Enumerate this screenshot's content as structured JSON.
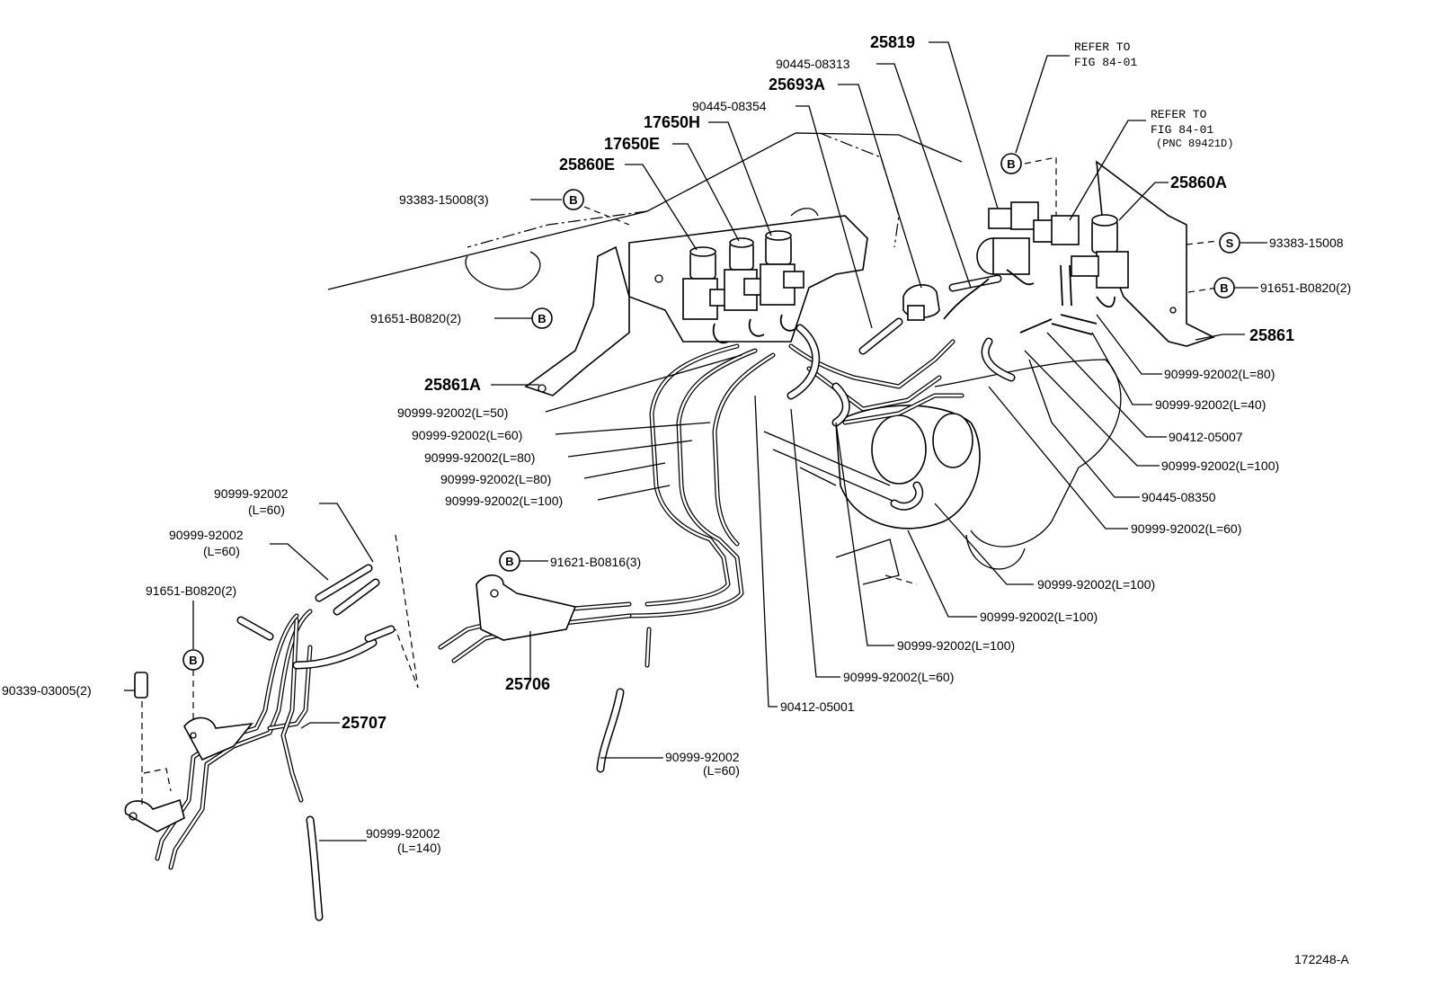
{
  "labels": {
    "p25819": "25819",
    "p90445_08313": "90445-08313",
    "p25693a": "25693A",
    "p90445_08354": "90445-08354",
    "p17650h": "17650H",
    "p17650e": "17650E",
    "p25860e": "25860E",
    "p93383_15008_3": "93383-15008(3)",
    "p91651_b0820_2_a": "91651-B0820(2)",
    "p25861a": "25861A",
    "h_l50": "90999-92002(L=50)",
    "h_l60_a": "90999-92002(L=60)",
    "h_l80_a": "90999-92002(L=80)",
    "h_l80_b": "90999-92002(L=80)",
    "h_l100_a": "90999-92002(L=100)",
    "left_h1_pn": "90999-92002",
    "left_h1_len": "(L=60)",
    "left_h2_pn": "90999-92002",
    "left_h2_len": "(L=60)",
    "p91651_b0820_2_b": "91651-B0820(2)",
    "p90339": "90339-03005(2)",
    "p25707": "25707",
    "p91621": "91621-B0816(3)",
    "p25706": "25706",
    "bottom_h1_pn": "90999-92002",
    "bottom_h1_len": "(L=60)",
    "bottom_h2_pn": "90999-92002",
    "bottom_h2_len": "(L=140)",
    "p90412_05001": "90412-05001",
    "h_l60_b": "90999-92002(L=60)",
    "h_l100_b": "90999-92002(L=100)",
    "h_l100_c": "90999-92002(L=100)",
    "h_l100_d": "90999-92002(L=100)",
    "h_l60_c": "90999-92002(L=60)",
    "p90445_08350": "90445-08350",
    "h_l100_e": "90999-92002(L=100)",
    "p90412_05007": "90412-05007",
    "h_l40": "90999-92002(L=40)",
    "h_l80_c": "90999-92002(L=80)",
    "p25861": "25861",
    "p91651_b0820_2_c": "91651-B0820(2)",
    "p93383_15008": "93383-15008",
    "p25860a": "25860A",
    "refer1_line1": "REFER TO",
    "refer1_line2": "FIG 84-01",
    "refer2_line1": "REFER TO",
    "refer2_line2": "FIG 84-01",
    "refer2_line3": "(PNC 89421D)",
    "figure_id": "172248-A"
  },
  "badges": {
    "b_93383": "B",
    "b_91651_a": "B",
    "b_91621": "B",
    "b_91651_b": "B",
    "b_refer": "B",
    "s_93383": "S",
    "b_91651_c": "B"
  }
}
